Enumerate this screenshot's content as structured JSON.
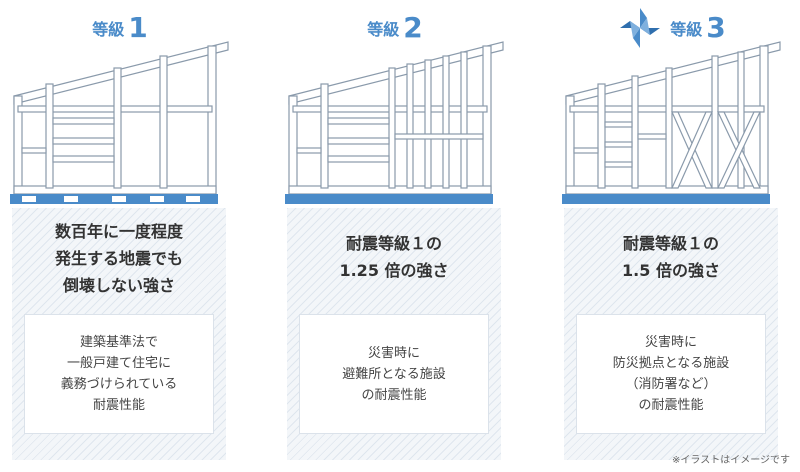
{
  "colors": {
    "accent": "#4a8bc9",
    "frame": "#ffffff",
    "frame_stroke": "#8a9aab",
    "foundation": "#4a8bc9"
  },
  "grades": [
    {
      "label": "等級",
      "number": "1",
      "headline": [
        "数百年に一度程度",
        "発生する地震でも",
        "倒壊しない強さ"
      ],
      "note": [
        "建築基準法で",
        "一般戸建て住宅に",
        "義務づけられている",
        "耐震性能"
      ]
    },
    {
      "label": "等級",
      "number": "2",
      "headline": [
        "耐震等級１の",
        "1.25 倍の強さ"
      ],
      "note": [
        "災害時に",
        "避難所となる施設",
        "の耐震性能"
      ]
    },
    {
      "label": "等級",
      "number": "3",
      "icon": "pinwheel-award-icon",
      "headline": [
        "耐震等級１の",
        "1.5 倍の強さ"
      ],
      "note": [
        "災害時に",
        "防災拠点となる施設",
        "（消防署など）",
        "の耐震性能"
      ]
    }
  ],
  "footnote": "※イラストはイメージです"
}
